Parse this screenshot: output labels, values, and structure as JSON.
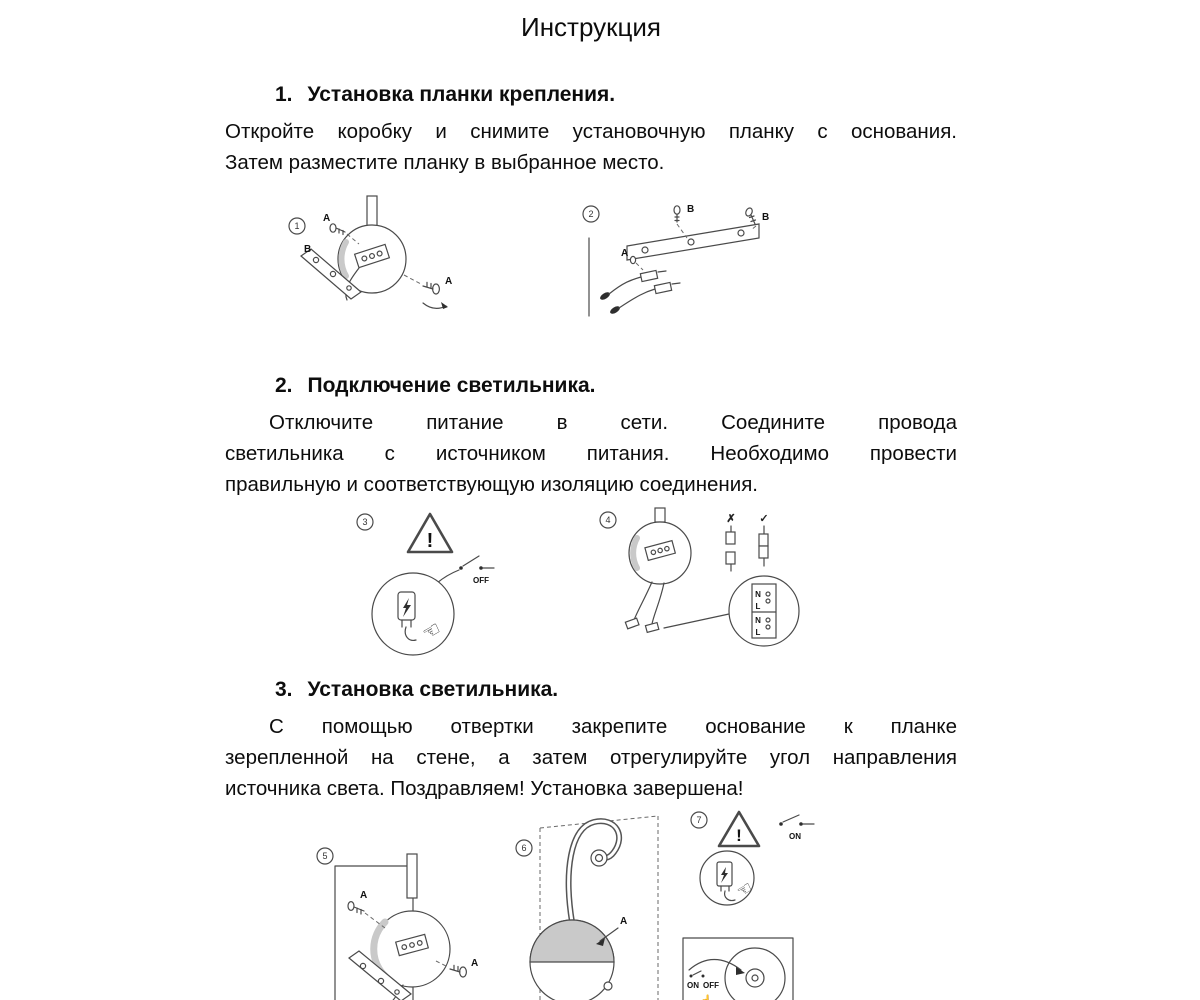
{
  "page": {
    "title": "Инструкция"
  },
  "sections": [
    {
      "number": "1.",
      "heading": "Установка планки крепления.",
      "lines": [
        "Откройте коробку и снимите установочную планку с основания.",
        "Затем разместите планку в выбранное место."
      ]
    },
    {
      "number": "2.",
      "heading": "Подключение светильника.",
      "lines": [
        "Отключите питание в сети. Соедините провода",
        "светильника с источником питания. Необходимо провести",
        "правильную и соответствующую изоляцию соединения."
      ]
    },
    {
      "number": "3.",
      "heading": "Установка светильника.",
      "lines": [
        "С помощью отвертки закрепите основание к планке",
        "зерепленной на стене, а затем отрегулируйте угол направления",
        "источника света. Поздравляем! Установка завершена!"
      ]
    }
  ],
  "figures": {
    "f1": {
      "num": "1",
      "screw_top": "A",
      "bracket_label": "B",
      "screw_side": "A"
    },
    "f2": {
      "num": "2",
      "screw_b1": "B",
      "screw_b2": "B",
      "wire_label": "A"
    },
    "f3": {
      "num": "3",
      "warning": "!",
      "switch_label": "OFF"
    },
    "f4": {
      "num": "4",
      "wrong_mark": "✗",
      "right_mark": "✓",
      "terminal_top_n": "N",
      "terminal_top_l": "L",
      "terminal_bottom_n": "N",
      "terminal_bottom_l": "L"
    },
    "f5": {
      "num": "5",
      "screw_left": "A",
      "screw_right": "A"
    },
    "f6": {
      "num": "6",
      "arrow_label": "A"
    },
    "f7": {
      "num": "7",
      "warning": "!",
      "switch_label": "ON",
      "on_label": "ON",
      "off_label": "OFF"
    }
  }
}
